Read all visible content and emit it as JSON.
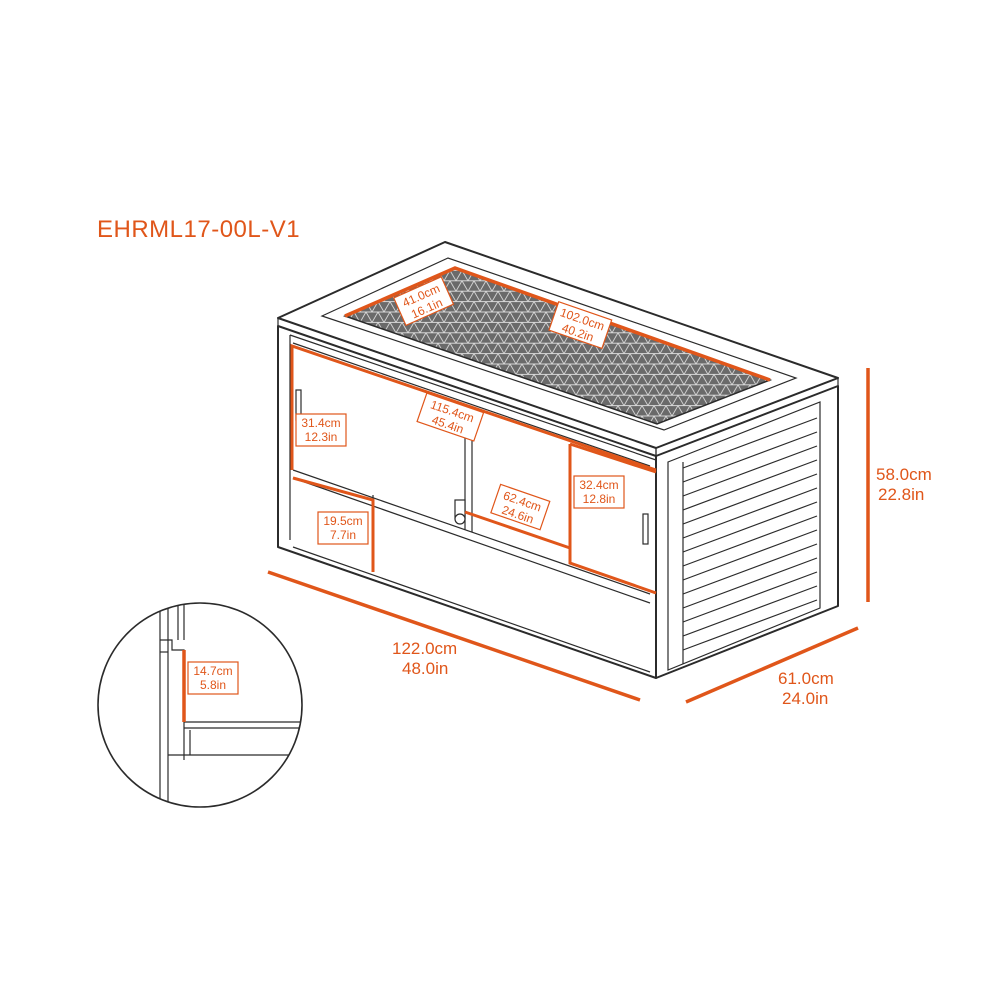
{
  "model_code": "EHRML17-00L-V1",
  "dimensions": {
    "height": {
      "cm": "58.0cm",
      "in": "22.8in"
    },
    "width": {
      "cm": "122.0cm",
      "in": "48.0in"
    },
    "depth": {
      "cm": "61.0cm",
      "in": "24.0in"
    },
    "screen_depth": {
      "cm": "41.0cm",
      "in": "16.1in"
    },
    "screen_length": {
      "cm": "102.0cm",
      "in": "40.2in"
    },
    "door_width": {
      "cm": "115.4cm",
      "in": "45.4in"
    },
    "door_height_left": {
      "cm": "31.4cm",
      "in": "12.3in"
    },
    "door_height_right": {
      "cm": "32.4cm",
      "in": "12.8in"
    },
    "inner_span": {
      "cm": "62.4cm",
      "in": "24.6in"
    },
    "bottom_panel": {
      "cm": "19.5cm",
      "in": "7.7in"
    },
    "detail_height": {
      "cm": "14.7cm",
      "in": "5.8in"
    }
  },
  "colors": {
    "accent": "#E0561A",
    "line": "#2b2b2b"
  }
}
